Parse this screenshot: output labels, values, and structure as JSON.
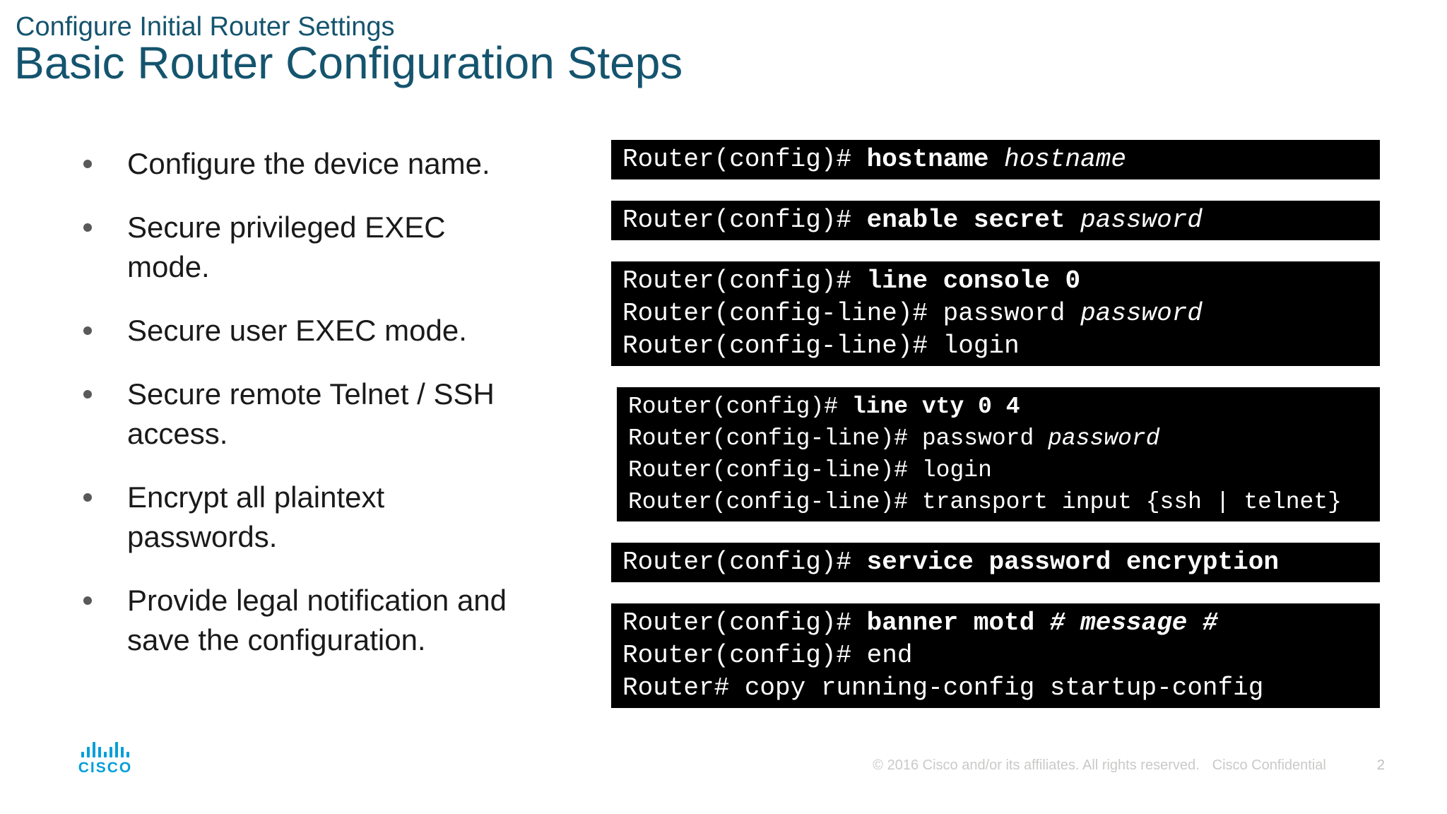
{
  "slide": {
    "pretitle": "Configure Initial Router Settings",
    "title": "Basic Router Configuration Steps"
  },
  "bullets": [
    "Configure the device name.",
    "Secure privileged EXEC\nmode.",
    "Secure user EXEC mode.",
    "Secure remote Telnet / SSH\naccess.",
    "Encrypt all plaintext\npasswords.",
    "Provide legal notification and\nsave the configuration."
  ],
  "code_boxes": [
    {
      "name": "code-box-hostname",
      "lines": [
        [
          {
            "t": "Router(config)# "
          },
          {
            "t": "hostname",
            "f": "b"
          },
          {
            "t": " "
          },
          {
            "t": "hostname",
            "f": "i"
          }
        ]
      ]
    },
    {
      "name": "code-box-enable-secret",
      "lines": [
        [
          {
            "t": "Router(config)# "
          },
          {
            "t": "enable secret",
            "f": "b"
          },
          {
            "t": " "
          },
          {
            "t": "password",
            "f": "i"
          }
        ]
      ]
    },
    {
      "name": "code-box-line-console",
      "lines": [
        [
          {
            "t": "Router(config)# "
          },
          {
            "t": "line console 0",
            "f": "b"
          }
        ],
        [
          {
            "t": "Router(config-line)# password "
          },
          {
            "t": "password",
            "f": "i"
          }
        ],
        [
          {
            "t": "Router(config-line)# login"
          }
        ]
      ]
    },
    {
      "name": "code-box-line-vty",
      "small": true,
      "lines": [
        [
          {
            "t": "Router(config)# "
          },
          {
            "t": "line vty 0 4",
            "f": "b"
          }
        ],
        [
          {
            "t": "Router(config-line)# password "
          },
          {
            "t": "password",
            "f": "i"
          }
        ],
        [
          {
            "t": "Router(config-line)# login"
          }
        ],
        [
          {
            "t": "Router(config-line)# transport input {ssh | telnet}"
          }
        ]
      ]
    },
    {
      "name": "code-box-service-password",
      "lines": [
        [
          {
            "t": "Router(config)# "
          },
          {
            "t": "service password encryption",
            "f": "b"
          }
        ]
      ]
    },
    {
      "name": "code-box-banner-save",
      "lines": [
        [
          {
            "t": "Router(config)# "
          },
          {
            "t": "banner motd ",
            "f": "b"
          },
          {
            "t": "# ",
            "f": "bi"
          },
          {
            "t": "message",
            "f": "bi"
          },
          {
            "t": " #",
            "f": "bi"
          }
        ],
        [
          {
            "t": "Router(config)# end"
          }
        ],
        [
          {
            "t": "Router# copy running-config startup-config"
          }
        ]
      ]
    }
  ],
  "footer": {
    "logo_text": "CISCO",
    "copyright": "© 2016  Cisco and/or its affiliates. All rights reserved.",
    "confidential": "Cisco Confidential",
    "page": "2"
  },
  "colors": {
    "title_teal": "#15546e",
    "body_text": "#1a1a1a",
    "bullet_gray": "#595959",
    "code_background": "#000000",
    "code_text": "#ffffff",
    "cisco_blue": "#049fd9",
    "footer_gray": "#c9cac8"
  }
}
